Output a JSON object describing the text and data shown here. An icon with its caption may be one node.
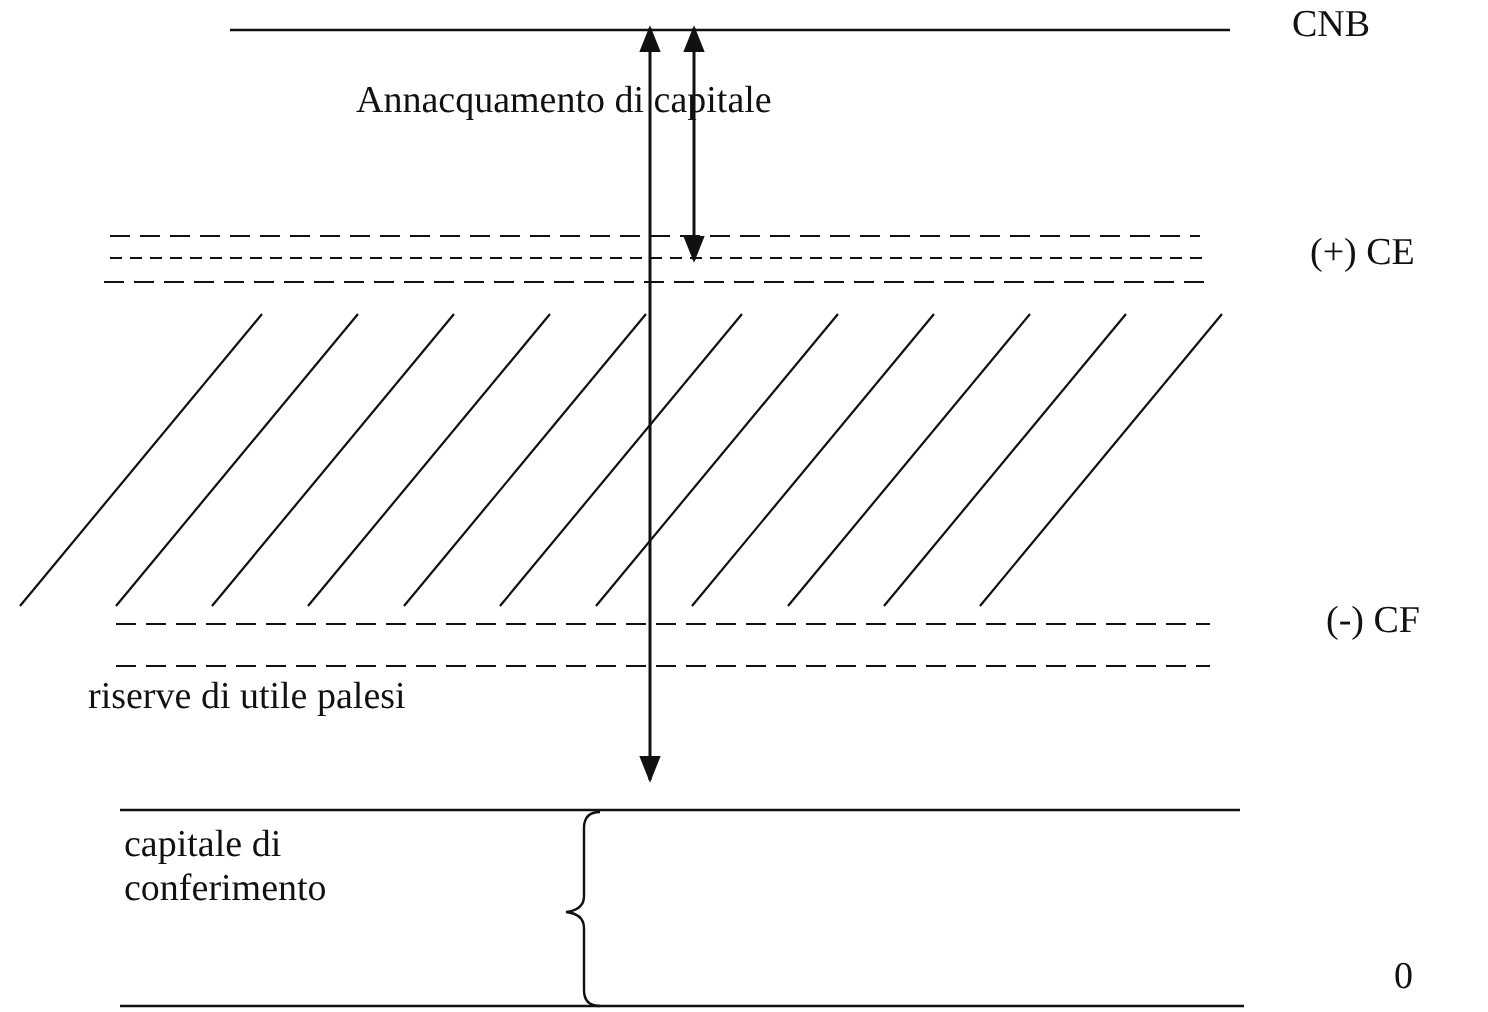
{
  "diagram": {
    "labels": [
      "CNB",
      "Annacquamento di capitale",
      "(+) CE",
      "(-) CF",
      "riserve di utile palesi",
      "capitale di conferimento",
      "0"
    ]
  }
}
